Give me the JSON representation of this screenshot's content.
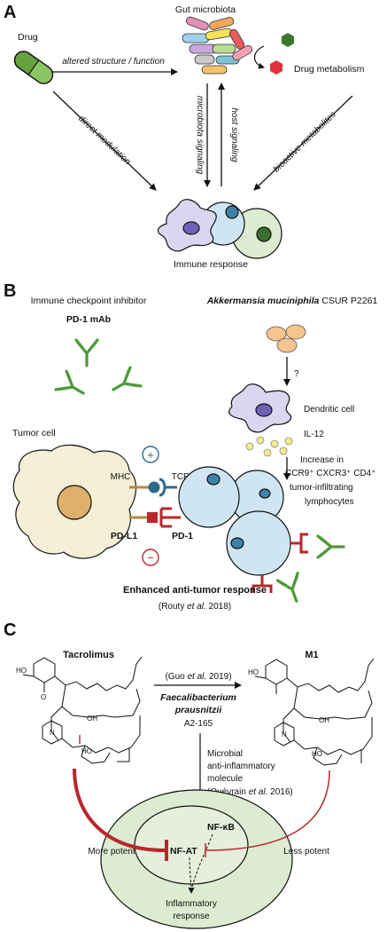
{
  "panel_a": {
    "letter": "A",
    "drug": "Drug",
    "gut_microbiota": "Gut microbiota",
    "altered": "altered structure / function",
    "drug_metabolism": "Drug metabolism",
    "direct_modulation": "direct modulation",
    "microbiota_signaling": "microbiota signaling",
    "host_signaling": "host signaling",
    "bioactive_metabolites": "bioactive metabolites",
    "immune_response": "Immune response"
  },
  "panel_b": {
    "letter": "B",
    "checkpoint_inhibitor": "Immune checkpoint inhibitor",
    "pd1_mab": "PD-1 mAb",
    "akkermansia": "Akkermansia muciniphila",
    "strain": " CSUR P2261",
    "question": "?",
    "dendritic_cell": "Dendritic cell",
    "il12": "IL-12",
    "tumor_cell": "Tumor cell",
    "mhc": "MHC",
    "tcr": "TCR",
    "pdl1": "PD-L1",
    "pd1": "PD-1",
    "plus": "+",
    "minus": "−",
    "increase_l1": "Increase in",
    "increase_l2": "CCR9⁺ CXCR3⁺ CD4⁺",
    "increase_l3": "tumor-infiltrating",
    "increase_l4": "lymphocytes",
    "enhanced": "Enhanced anti-tumor response",
    "citation_pre": "(Routy ",
    "citation_etal": "et al.",
    "citation_post": " 2018)"
  },
  "panel_c": {
    "letter": "C",
    "tacrolimus": "Tacrolimus",
    "m1": "M1",
    "guo_pre": "(Guo ",
    "guo_etal": "et al.",
    "guo_post": " 2019)",
    "faecali_1": "Faecalibacterium",
    "faecali_2": "prausnitzii",
    "strain": "A2-165",
    "microbial_1": "Microbial",
    "microbial_2": "anti-inflammatory",
    "microbial_3": "molecule",
    "quev_pre": "(Quévrain ",
    "quev_etal": "et al.",
    "quev_post": " 2016)",
    "nfkb": "NF-κB",
    "nfat": "NF-AT",
    "more_potent": "More potent",
    "less_potent": "Less potent",
    "inflammatory_1": "Inflammatory",
    "inflammatory_2": "response",
    "ho": "HO",
    "oh": "OH",
    "o": "O",
    "n": "N"
  },
  "colors": {
    "green_mab": "#4d9a37",
    "red_inhibit": "#b8272c",
    "cell_blue": "#cfe6f2",
    "nucleus_blue": "#3f82a8",
    "dc_lavender": "#d9d6ef",
    "dc_nucleus": "#6e62b8",
    "tumor_fill": "#f6efd8",
    "tumor_nucleus": "#deb06a",
    "bact_orange": "#f6c48c",
    "il12_yellow": "#f4ec8e",
    "cell_green": "#dcecd0",
    "hexagon_green": "#3b7a2e",
    "hexagon_red": "#e0323c",
    "pill_green": "#66a33f"
  }
}
